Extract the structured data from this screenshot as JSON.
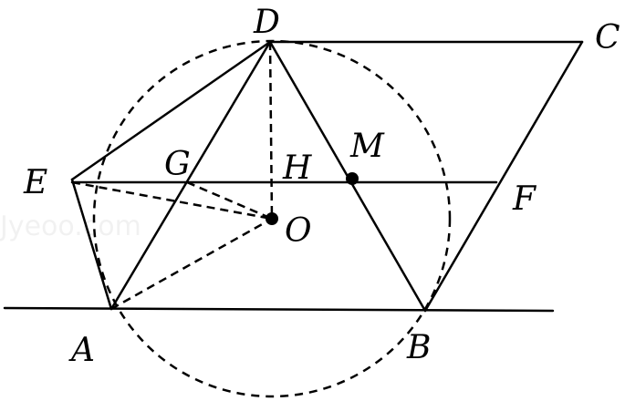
{
  "colors": {
    "ink": "#000000",
    "background": "#ffffff"
  },
  "points": {
    "D": "D",
    "C": "C",
    "E": "E",
    "G": "G",
    "H": "H",
    "M": "M",
    "F": "F",
    "O": "O",
    "A": "A",
    "B": "B"
  },
  "watermark": "Jyeoo.com"
}
